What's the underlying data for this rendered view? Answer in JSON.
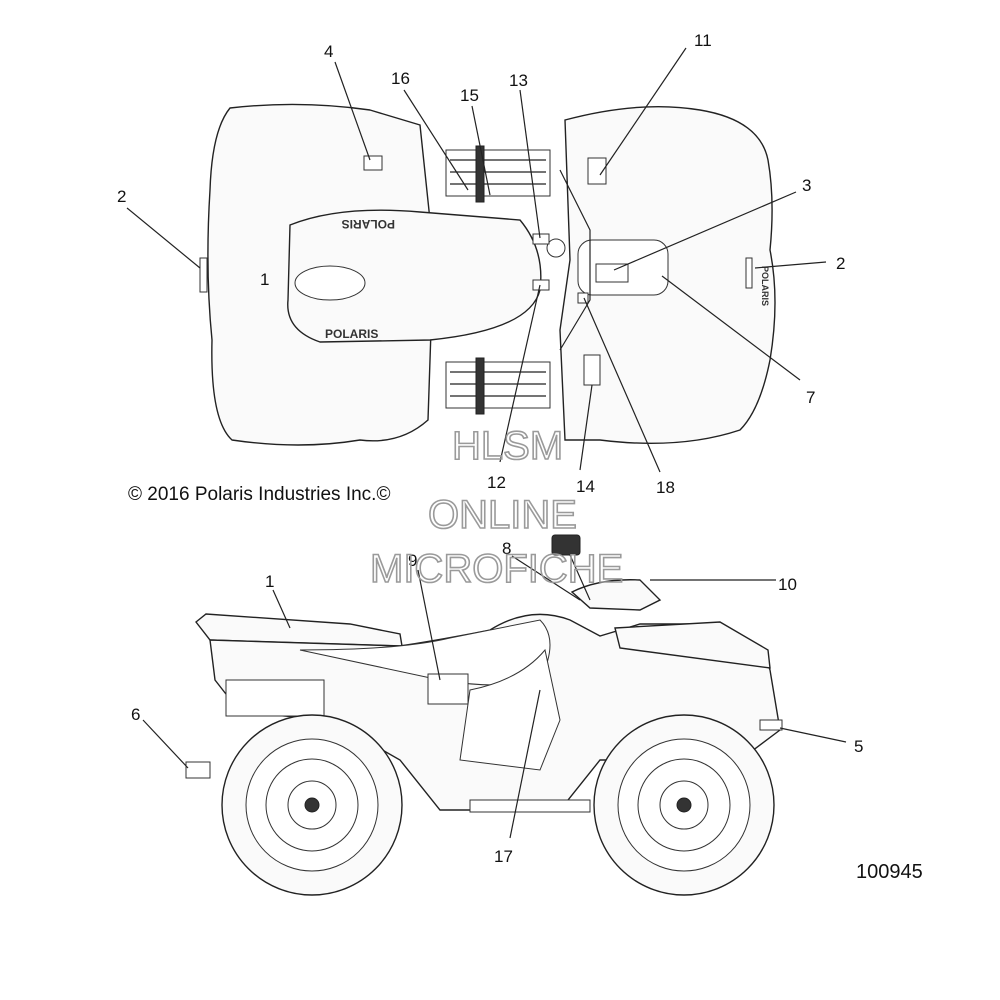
{
  "diagram": {
    "callouts": {
      "c1_top": "1",
      "c2_left": "2",
      "c2_right": "2",
      "c3": "3",
      "c4": "4",
      "c7": "7",
      "c11": "11",
      "c12": "12",
      "c13": "13",
      "c14": "14",
      "c15": "15",
      "c16": "16",
      "c18": "18",
      "c1_side": "1",
      "c5": "5",
      "c6": "6",
      "c8": "8",
      "c9": "9",
      "c10": "10",
      "c17": "17"
    },
    "copyright": "© 2016 Polaris Industries Inc.©",
    "figure_number": "100945",
    "watermark": {
      "line1": "HLSM",
      "line2": "ONLINE",
      "line3": "MICROFICHE"
    },
    "brand_decal": "POLARIS"
  }
}
